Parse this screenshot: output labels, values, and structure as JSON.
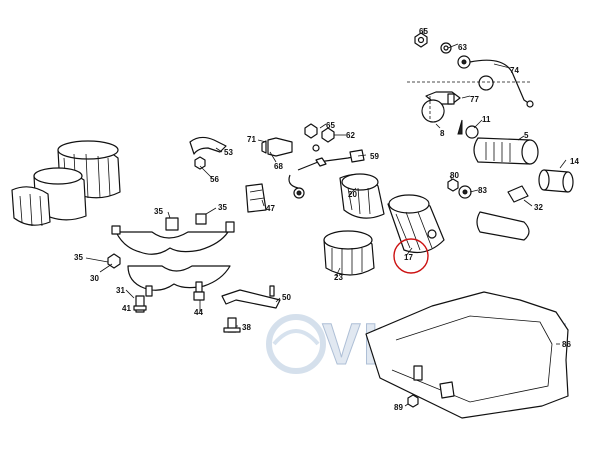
{
  "watermark": {
    "text": "VISSION",
    "color": "#c9d6e6"
  },
  "highlight": {
    "part": "17",
    "color": "#cc1111"
  },
  "callouts": [
    "65",
    "63",
    "74",
    "77",
    "8",
    "11",
    "5",
    "14",
    "65",
    "62",
    "71",
    "59",
    "68",
    "53",
    "56",
    "47",
    "80",
    "83",
    "32",
    "20",
    "17",
    "23",
    "35",
    "35",
    "35",
    "30",
    "31",
    "41",
    "44",
    "50",
    "38",
    "86",
    "89"
  ]
}
